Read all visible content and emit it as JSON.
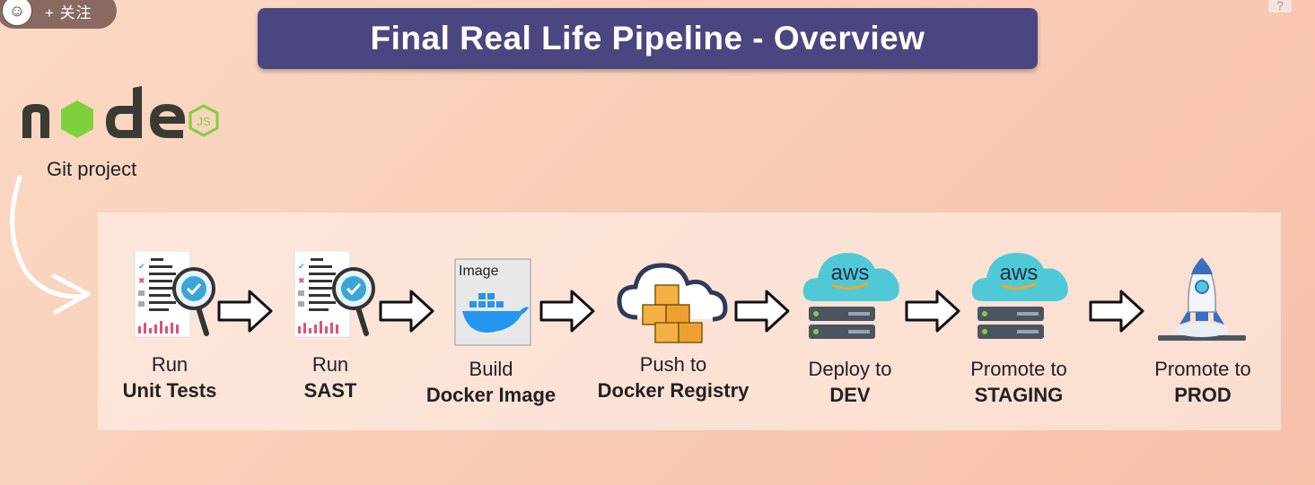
{
  "overlay": {
    "follow_label": "+ 关注"
  },
  "title": "Final Real Life Pipeline - Overview",
  "source": {
    "logo_letters": "node",
    "logo_badge": "JS",
    "label": "Git project"
  },
  "steps": [
    {
      "line1": "Run",
      "line2": "Unit Tests",
      "icon": "test-report-icon"
    },
    {
      "line1": "Run",
      "line2": "SAST",
      "icon": "test-report-icon"
    },
    {
      "line1": "Build",
      "line2": "Docker Image",
      "icon": "docker-image-icon",
      "icon_caption": "Image"
    },
    {
      "line1": "Push to",
      "line2": "Docker Registry",
      "icon": "cloud-registry-icon"
    },
    {
      "line1": "Deploy to",
      "line2": "DEV",
      "icon": "aws-server-icon",
      "icon_caption": "aws"
    },
    {
      "line1": "Promote to",
      "line2": "STAGING",
      "icon": "aws-server-icon",
      "icon_caption": "aws"
    },
    {
      "line1": "Promote to",
      "line2": "PROD",
      "icon": "rocket-icon"
    }
  ],
  "colors": {
    "title_bg": "#4a4680",
    "node_dark": "#3b3b35",
    "node_green": "#7fd13b",
    "aws_cloud": "#4fc9d8",
    "box_orange": "#f5b041"
  }
}
